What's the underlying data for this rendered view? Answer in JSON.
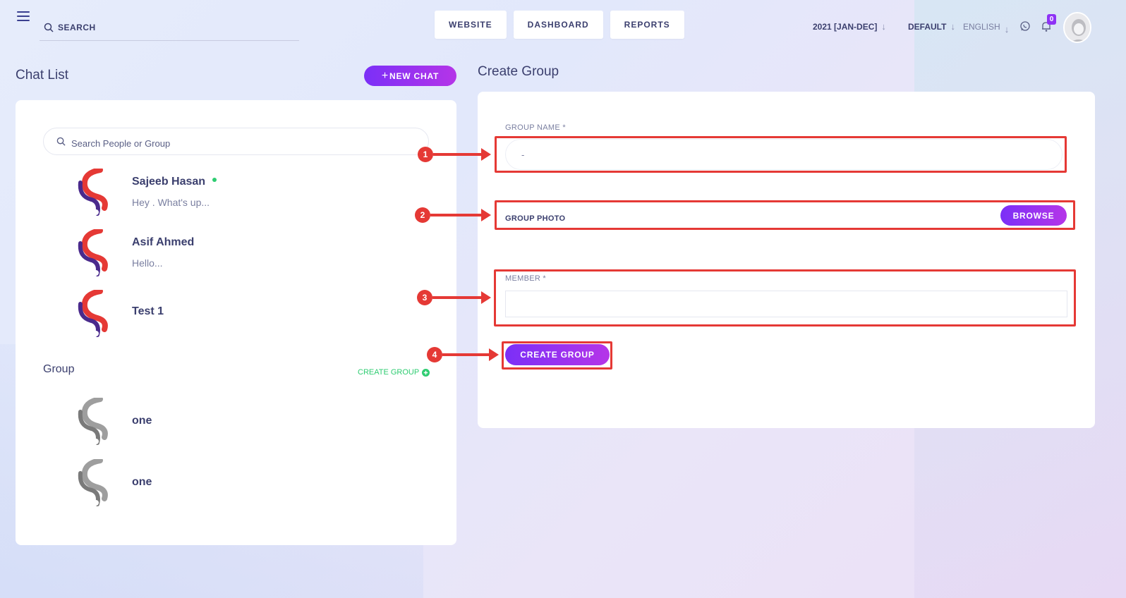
{
  "header": {
    "search_placeholder": "SEARCH",
    "nav": [
      "WEBSITE",
      "DASHBOARD",
      "REPORTS"
    ],
    "year_select": "2021 [JAN-DEC]",
    "theme_select": "DEFAULT",
    "language_select": "ENGLISH",
    "notification_count": "0"
  },
  "chat_list": {
    "title": "Chat List",
    "new_chat_label": "NEW CHAT",
    "search_placeholder": "Search People or Group",
    "chats": [
      {
        "name": "Sajeeb Hasan",
        "message": "Hey . What's up...",
        "online": true
      },
      {
        "name": "Asif Ahmed",
        "message": "Hello...",
        "online": false
      },
      {
        "name": "Test 1",
        "message": "",
        "online": false
      }
    ],
    "group_title": "Group",
    "create_group_link": "CREATE GROUP",
    "groups": [
      {
        "name": "one"
      },
      {
        "name": "one"
      }
    ]
  },
  "create_group": {
    "title": "Create Group",
    "group_name_label": "GROUP NAME *",
    "group_name_value": "-",
    "group_photo_label": "GROUP PHOTO",
    "browse_label": "BROWSE",
    "member_label": "MEMBER *",
    "submit_label": "CREATE GROUP"
  },
  "annotations": [
    "1",
    "2",
    "3",
    "4"
  ],
  "colors": {
    "accent_start": "#7b2ff7",
    "accent_end": "#b535e8",
    "highlight": "#e53935",
    "online": "#2ecc71"
  }
}
